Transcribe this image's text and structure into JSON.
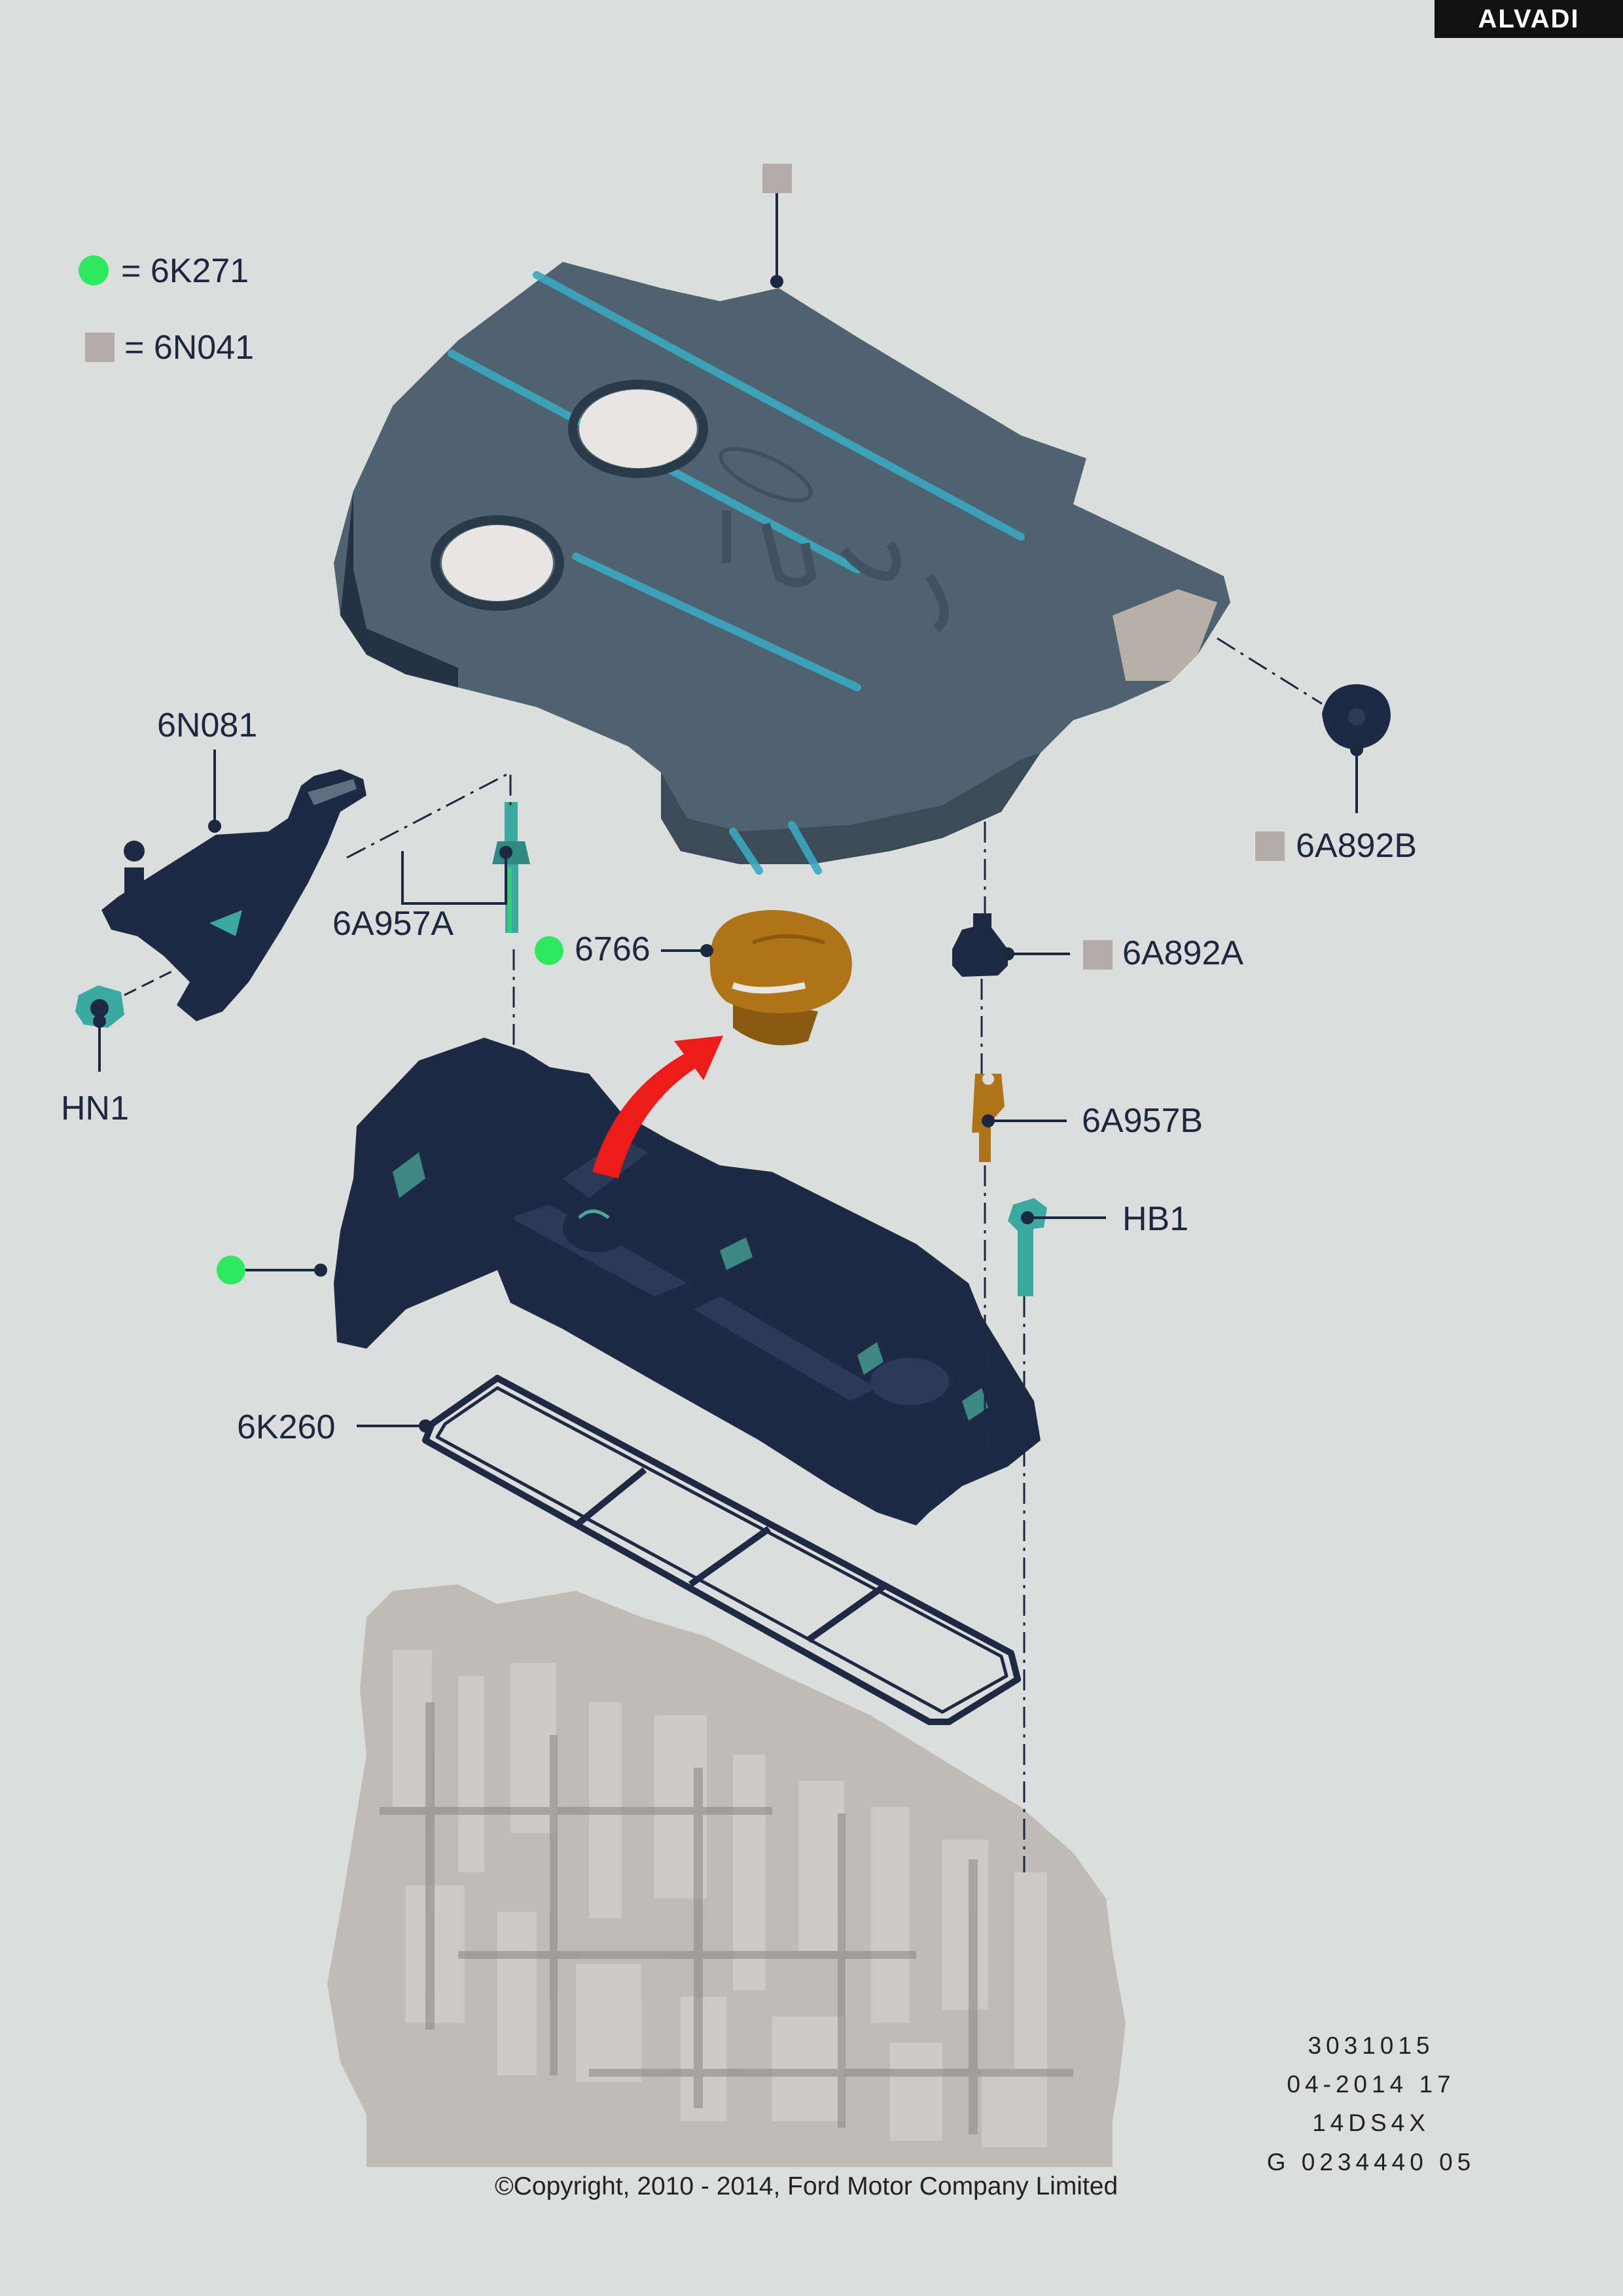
{
  "brand": "ALVADI",
  "legend": {
    "green": {
      "eq": "=",
      "code": "6K271",
      "color": "#2ee85f"
    },
    "gray": {
      "eq": "=",
      "code": "6N041",
      "color": "#b3aca7"
    }
  },
  "labels": {
    "p6N081": "6N081",
    "p6A957A": "6A957A",
    "pHN1": "HN1",
    "p6766": "6766",
    "p6A892A": "6A892A",
    "p6A892B": "6A892B",
    "p6A957B": "6A957B",
    "pHB1": "HB1",
    "p6K260": "6K260"
  },
  "reference": {
    "line1": "3031015",
    "line2": "04-2014 17",
    "line3": "14DS4X",
    "line4": "G 0234440 05"
  },
  "copyright": "©Copyright, 2010 - 2014, Ford Motor Company Limited",
  "colors": {
    "cover": "#4f6270",
    "cover_accent": "#3aa9c0",
    "cam_cover": "#1e2a44",
    "gasket": "#1e2a44",
    "cap": "#b07418",
    "engine_ghost": "#b6b0a8",
    "arrow": "#ee1b1b",
    "label": "#1c2740"
  }
}
